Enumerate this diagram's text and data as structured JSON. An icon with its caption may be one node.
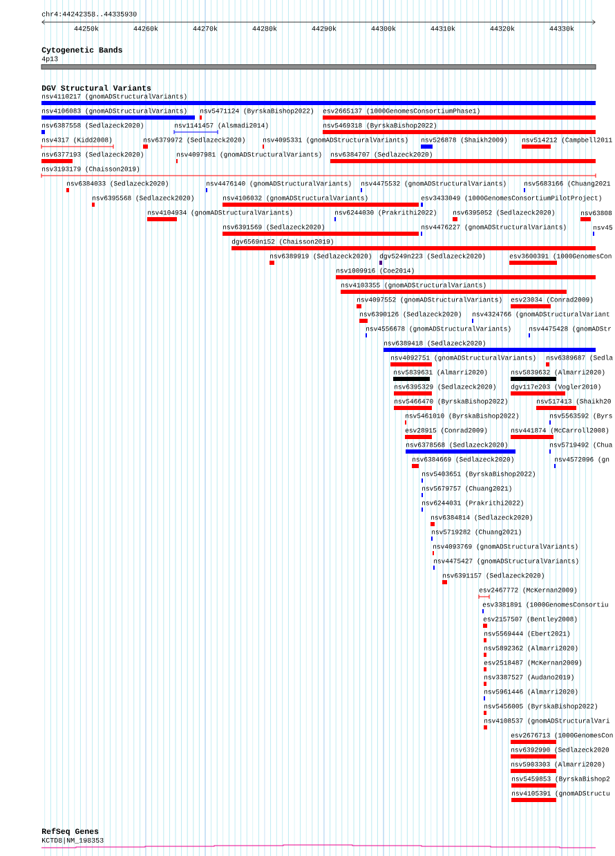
{
  "diagram": {
    "labels": [
      "chr4:44242358..44335930",
      "44250k",
      "44260k",
      "44270k",
      "44280k",
      "44290k",
      "44300k",
      "44310k",
      "44320k",
      "44330k",
      "Cytogenetic Bands",
      "4p13",
      "DGV Structural Variants",
      "nsv4110217 (gnomADStructuralVariants)",
      "nsv4106083 (gnomADStructuralVariants)",
      "nsv5471124 (ByrskaBishop2022)",
      "esv2665137 (1000GenomesConsortiumPhase1)",
      "nsv6387558 (Sedlazeck2020)",
      "nsv1141457 (Alsmadi2014)",
      "nsv5469318 (ByrskaBishop2022)",
      "nsv4317 (Kidd2008)",
      "nsv6379972 (Sedlazeck2020)",
      "nsv4095331 (gnomADStructuralVariants)",
      "nsv526878 (Shaikh2009)",
      "nsv514212 (Campbell2011",
      "nsv6377193 (Sedlazeck2020)",
      "nsv4097981 (gnomADStructuralVariants)",
      "nsv6384707 (Sedlazeck2020)",
      "nsv3193179 (Chaisson2019)",
      "nsv6384033 (Sedlazeck2020)",
      "nsv4476140 (gnomADStructuralVariants)",
      "nsv4475532 (gnomADStructuralVariants)",
      "nsv5683166 (Chuang2021",
      "nsv6395568 (Sedlazeck2020)",
      "nsv4106032 (gnomADStructuralVariants)",
      "esv3433049 (1000GenomesConsortiumPilotProject)",
      "nsv4104934 (gnomADStructuralVariants)",
      "nsv6244030 (Prakrithi2022)",
      "nsv6395052 (Sedlazeck2020)",
      "nsv63808",
      "nsv6391569 (Sedlazeck2020)",
      "nsv4476227 (gnomADStructuralVariants)",
      "nsv45",
      "dgv6569n152 (Chaisson2019)",
      "nsv6389919 (Sedlazeck2020)",
      "dgv5249n223 (Sedlazeck2020)",
      "esv3600391 (1000GenomesCon",
      "nsv1009916 (Coe2014)",
      "nsv4103355 (gnomADStructuralVariants)",
      "nsv4097552 (gnomADStructuralVariants)",
      "esv23034 (Conrad2009)",
      "nsv6390126 (Sedlazeck2020)",
      "nsv4324766 (gnomADStructuralVariant",
      "nsv4556678 (gnomADStructuralVariants)",
      "nsv4475428 (gnomADStr",
      "nsv6389418 (Sedlazeck2020)",
      "nsv4092751 (gnomADStructuralVariants)",
      "nsv6389687 (Sedla",
      "nsv5839631 (Almarri2020)",
      "nsv5839632 (Almarri2020)",
      "nsv6395329 (Sedlazeck2020)",
      "dgv117e203 (Vogler2010)",
      "nsv5466470 (ByrskaBishop2022)",
      "nsv517413 (Shaikh20",
      "nsv5461010 (ByrskaBishop2022)",
      "nsv5563592 (Byrs",
      "esv28915 (Conrad2009)",
      "nsv441874 (McCarroll2008)",
      "nsv6378568 (Sedlazeck2020)",
      "nsv5719492 (Chua",
      "nsv6384669 (Sedlazeck2020)",
      "nsv4572096 (gn",
      "nsv5403651 (ByrskaBishop2022)",
      "nsv5679757 (Chuang2021)",
      "nsv6244031 (Prakrithi2022)",
      "nsv6384814 (Sedlazeck2020)",
      "nsv5719282 (Chuang2021)",
      "nsv4093769 (gnomADStructuralVariants)",
      "nsv4475427 (gnomADStructuralVariants)",
      "nsv6391157 (Sedlazeck2020)",
      "esv2467772 (McKernan2009)",
      "esv3381891 (1000GenomesConsortiu",
      "esv2157507 (Bentley2008)",
      "nsv5569444 (Ebert2021)",
      "nsv5892362 (Almarri2020)",
      "esv2518487 (McKernan2009)",
      "nsv3387527 (Audano2019)",
      "nsv5961446 (Almarri2020)",
      "nsv5456005 (ByrskaBishop2022)",
      "nsv4108537 (gnomADStructuralVari",
      "esv2676713 (1000GenomesCon",
      "nsv6392990 (Sedlazeck2020",
      "nsv5903303 (Almarri2020)",
      "nsv5459853 (ByrskaBishop2",
      "nsv4105391 (gnomADStructu",
      "RefSeq Genes",
      "KCTD8|NM_198353"
    ]
  }
}
